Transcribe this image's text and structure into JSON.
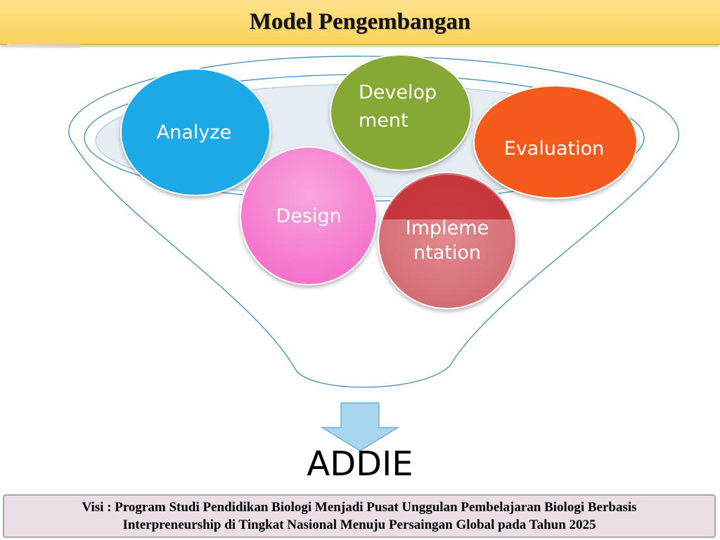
{
  "title": "Model Pengembangan",
  "phases": {
    "analyze": [
      "Analyze"
    ],
    "design": [
      "Design"
    ],
    "development": [
      "Develop",
      "ment"
    ],
    "implementation": [
      "Impleme",
      "ntation"
    ],
    "evaluation": [
      "Evaluation"
    ]
  },
  "result": "ADDIE",
  "footer": {
    "line1": "Visi : Program Studi Pendidikan Biologi Menjadi Pusat Unggulan Pembelajaran Biologi Berbasis",
    "line2": "Interpreneurship di Tingkat Nasional Menuju Persaingan Global pada Tahun 2025"
  },
  "colors": {
    "analyze": "#1aa9e6",
    "design": "#f264c8",
    "development": "#86a836",
    "implementation": "#d46a6f",
    "evaluation": "#f35a1e",
    "funnel_stroke": "#3f8fbe",
    "arrow": "#a9d6ef"
  }
}
